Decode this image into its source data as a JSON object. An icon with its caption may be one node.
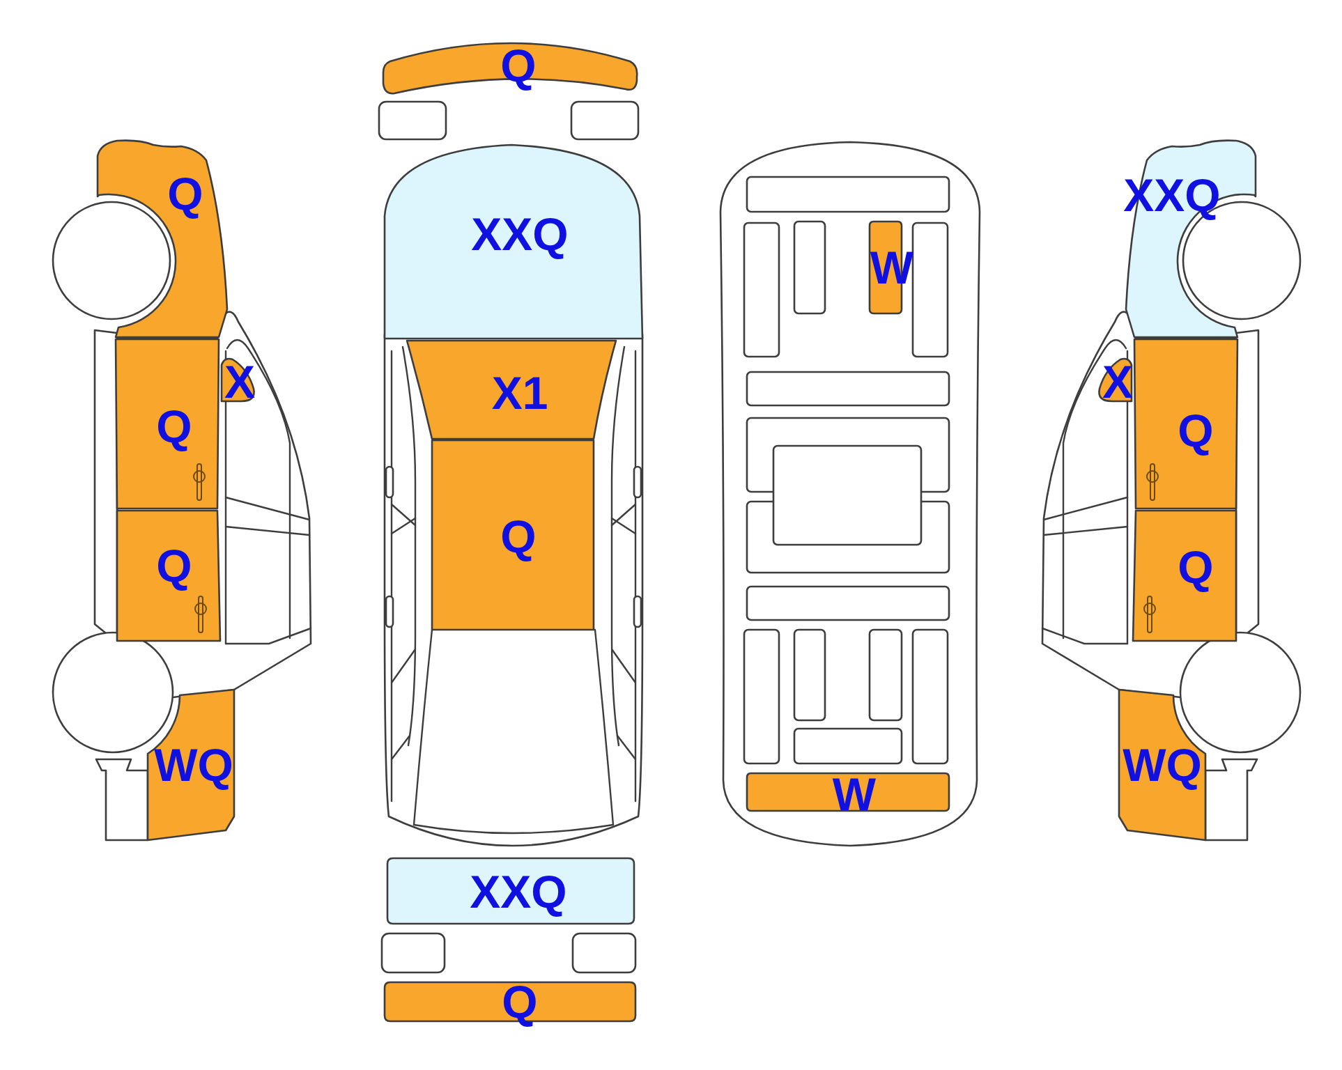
{
  "diagram": {
    "nodes": [
      {
        "text": [
          "Q"
        ]
      },
      {
        "text": [
          "Q"
        ]
      },
      {
        "text": [
          "XXQ"
        ]
      },
      {
        "text": [
          "W"
        ]
      },
      {
        "text": [
          "XXQ"
        ]
      },
      {
        "text": [
          "X"
        ]
      },
      {
        "text": [
          "X1"
        ]
      },
      {
        "text": [
          "X"
        ]
      },
      {
        "text": [
          "Q"
        ]
      },
      {
        "text": [
          "Q"
        ]
      },
      {
        "text": [
          "Q"
        ]
      },
      {
        "text": [
          "Q"
        ]
      },
      {
        "text": [
          "Q"
        ]
      },
      {
        "text": [
          "WQ"
        ]
      },
      {
        "text": [
          "W"
        ]
      },
      {
        "text": [
          "WQ"
        ]
      },
      {
        "text": [
          "XXQ"
        ]
      },
      {
        "text": [
          "Q"
        ]
      }
    ]
  }
}
